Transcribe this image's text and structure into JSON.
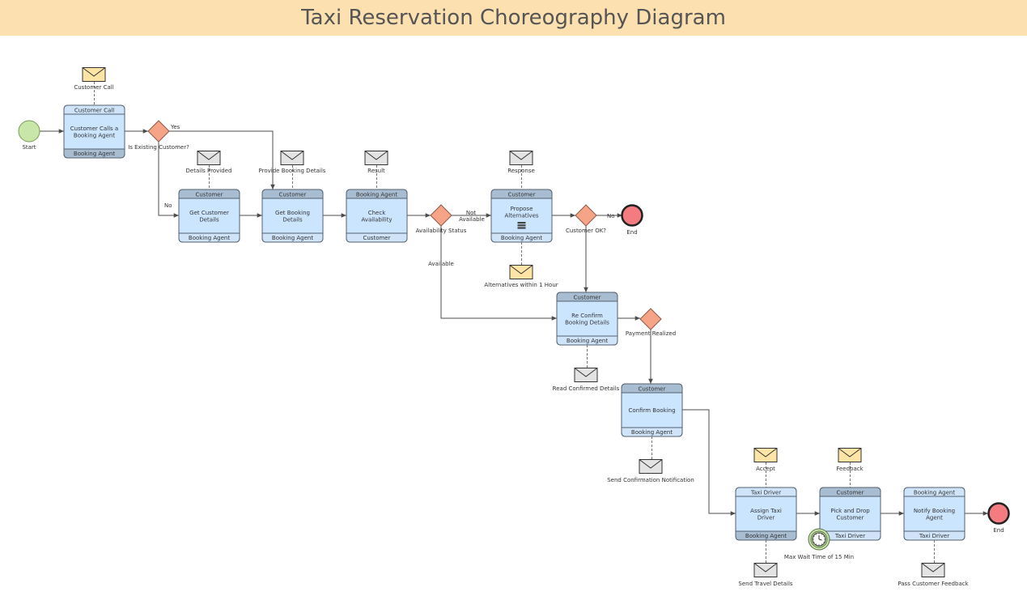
{
  "title": "Taxi Reservation Choreography Diagram",
  "colors": {
    "header_bg": "#fde0b0",
    "task_body": "#cce5ff",
    "task_band_initiator": "#cfe4f9",
    "task_band_participant": "#a9bdd2",
    "task_border": "#53616f",
    "gateway_fill": "#f5a487",
    "start_fill": "#c8e6a8",
    "end_fill": "#f47b80",
    "message_initiating": "#fee4a5",
    "message_return": "#e3e3e3",
    "flow_line": "#4d4d4d"
  },
  "events": [
    {
      "id": "start",
      "type": "start",
      "label": "Start"
    },
    {
      "id": "end1",
      "type": "end",
      "label": "End"
    },
    {
      "id": "end2",
      "type": "end",
      "label": "End"
    },
    {
      "id": "timer",
      "type": "timer",
      "label": "Max Wait Time of 15 Min"
    }
  ],
  "tasks": [
    {
      "id": "t1",
      "top": "Customer Call",
      "name": "Customer Calls a Booking Agent",
      "bottom": "Booking Agent"
    },
    {
      "id": "t2",
      "top": "Customer",
      "name": "Get Customer Details",
      "bottom": "Booking Agent"
    },
    {
      "id": "t3",
      "top": "Customer",
      "name": "Get Booking Details",
      "bottom": "Booking Agent"
    },
    {
      "id": "t4",
      "top": "Booking Agent",
      "name": "Check Availability",
      "bottom": "Customer"
    },
    {
      "id": "t5",
      "top": "Customer",
      "name": "Propose Alternatives",
      "bottom": "Booking Agent"
    },
    {
      "id": "t6",
      "top": "Customer",
      "name": "Re Confirm Booking Details",
      "bottom": "Booking Agent"
    },
    {
      "id": "t7",
      "top": "Customer",
      "name": "Confirm Booking",
      "bottom": "Booking Agent"
    },
    {
      "id": "t8",
      "top": "Taxi Driver",
      "name": "Assign Taxi Driver",
      "bottom": "Booking Agent"
    },
    {
      "id": "t9",
      "top": "Customer",
      "name": "Pick and Drop Customer",
      "bottom": "Taxi Driver"
    },
    {
      "id": "t10",
      "top": "Booking Agent",
      "name": "Notify Booking Agent",
      "bottom": "Taxi Driver"
    }
  ],
  "gateways": [
    {
      "id": "g1",
      "label": "Is Existing Customer?"
    },
    {
      "id": "g2",
      "label": "Availability Status"
    },
    {
      "id": "g3",
      "label": "Customer OK?"
    },
    {
      "id": "g4",
      "label": "Payment Realized"
    }
  ],
  "messages": [
    {
      "id": "m1",
      "label": "Customer Call",
      "kind": "initiating"
    },
    {
      "id": "m2",
      "label": "Details Provided",
      "kind": "return"
    },
    {
      "id": "m3",
      "label": "Provide Booking Details",
      "kind": "return"
    },
    {
      "id": "m4",
      "label": "Result",
      "kind": "return"
    },
    {
      "id": "m5",
      "label": "Response",
      "kind": "return"
    },
    {
      "id": "m6",
      "label": "Alternatives within 1 Hour",
      "kind": "initiating"
    },
    {
      "id": "m7",
      "label": "Read Confirmed Details",
      "kind": "return"
    },
    {
      "id": "m8",
      "label": "Send Confirmation Notification",
      "kind": "return"
    },
    {
      "id": "m9",
      "label": "Accept",
      "kind": "initiating"
    },
    {
      "id": "m10",
      "label": "Send Travel Details",
      "kind": "return"
    },
    {
      "id": "m11",
      "label": "Feedback",
      "kind": "initiating"
    },
    {
      "id": "m12",
      "label": "Pass Customer Feedback",
      "kind": "return"
    }
  ],
  "flow_labels": {
    "yes": "Yes",
    "no1": "No",
    "not_available_1": "Not",
    "not_available_2": "Available",
    "available": "Available",
    "no2": "No"
  }
}
